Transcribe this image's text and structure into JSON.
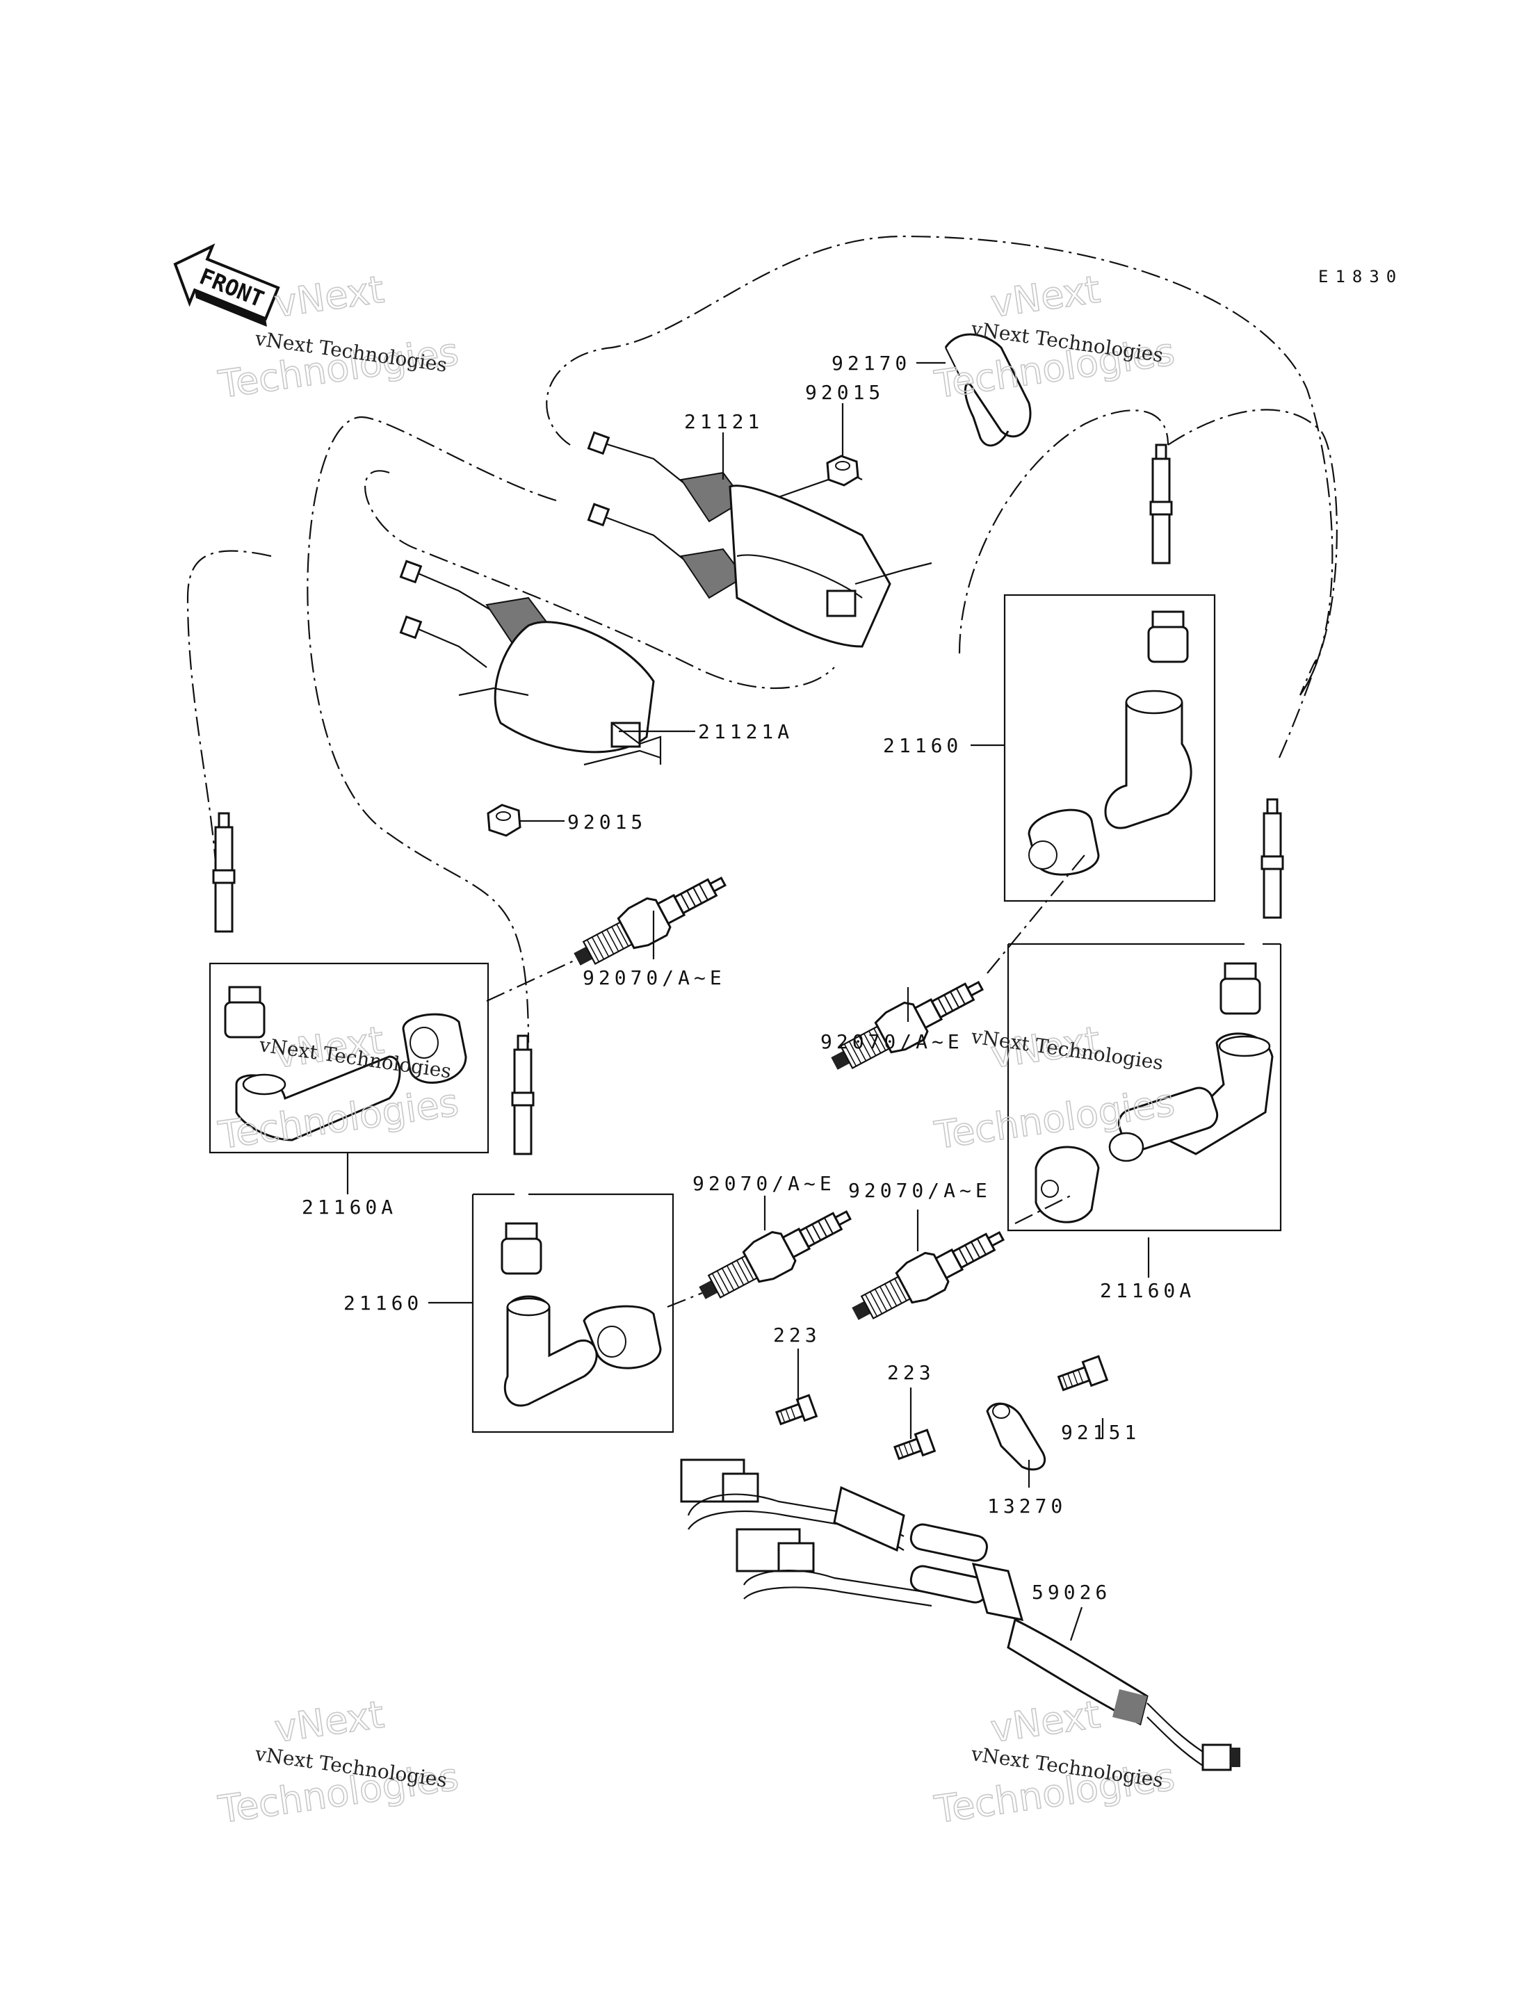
{
  "ref_code": "E1830",
  "front_badge": "FRONT",
  "watermark": {
    "line1": "vNext Technologies",
    "line2a": "vNext",
    "line2b": "Technologies"
  },
  "parts": {
    "p92170": "92170",
    "p92015_top": "92015",
    "p21121": "21121",
    "p21121A": "21121A",
    "p92015_bottom": "92015",
    "p21160_right": "21160",
    "p92070_left_top": "92070/A~E",
    "p92070_right_top": "92070/A~E",
    "p21160A_left": "21160A",
    "p92070_center": "92070/A~E",
    "p92070_right_mid": "92070/A~E",
    "p21160_left": "21160",
    "p21160A_right": "21160A",
    "p223_a": "223",
    "p223_b": "223",
    "p92151": "92151",
    "p13270": "13270",
    "p59026": "59026"
  }
}
